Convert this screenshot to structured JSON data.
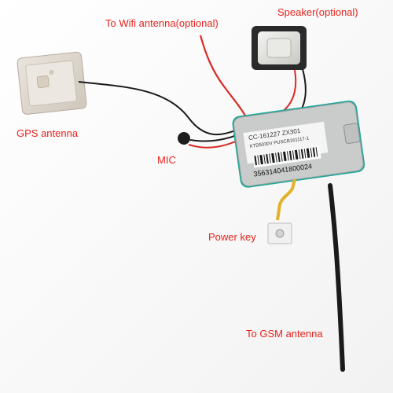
{
  "labels": {
    "wifi": "To Wifi antenna(optional)",
    "speaker": "Speaker(optional)",
    "gps": "GPS antenna",
    "mic": "MIC",
    "power": "Power key",
    "gsm": "To GSM antenna"
  },
  "module": {
    "line1": "CC-161227  ZX301",
    "line2": "KTD5030V  PUSCB161117-1",
    "barcode_text": "356314041800024"
  },
  "colors": {
    "label_red": "#e8221b",
    "board_green": "#1fa79a",
    "wire_red": "#d92b25",
    "wire_black": "#1a1a1a",
    "flex_yellow": "#e3b126"
  }
}
